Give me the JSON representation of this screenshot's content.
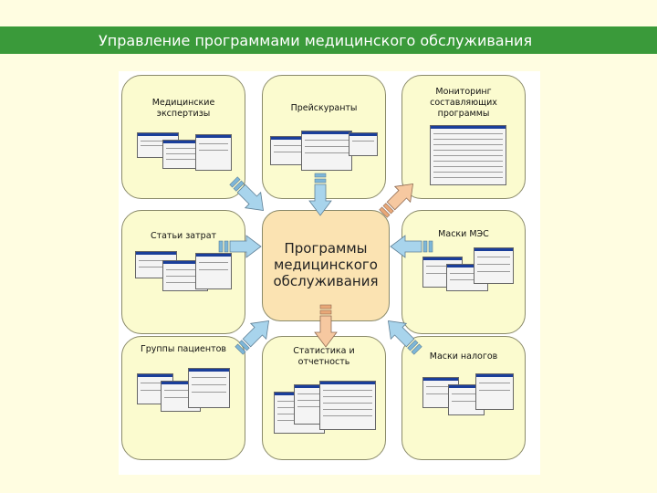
{
  "title": "Управление программами медицинского обслуживания",
  "center": "Программы\nмедицинского\nобслуживания",
  "cards": {
    "expertise": "Медицинские\nэкспертизы",
    "pricelists": "Прейскуранты",
    "monitoring": "Мониторинг\nсоставляющих\nпрограммы",
    "costs": "Статьи затрат",
    "mes": "Маски МЭС",
    "patients": "Группы пациентов",
    "stats": "Статистика и\nотчетность",
    "taxes": "Маски налогов"
  },
  "colors": {
    "title_bar": "#3a9a3a",
    "card_fill": "#fbfbcf",
    "center_fill": "#fbe3b2",
    "arrow_blue": "#a8d4ec",
    "arrow_orange": "#f6c8a0"
  }
}
